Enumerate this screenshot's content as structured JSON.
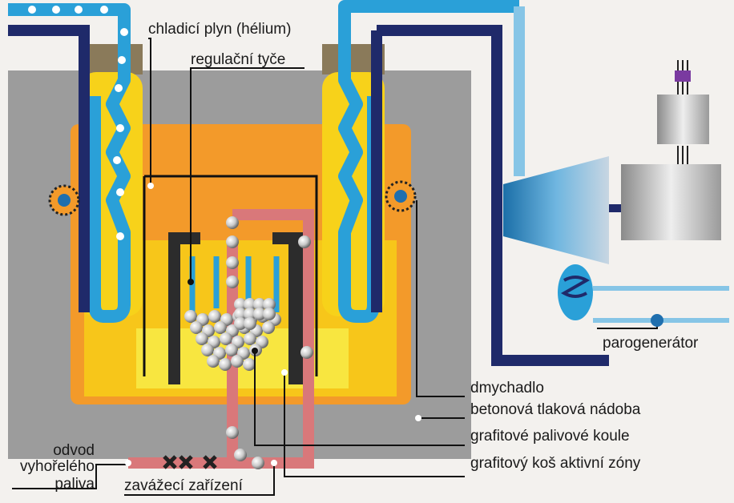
{
  "labels": {
    "coolant_gas": "chladicí plyn (hélium)",
    "control_rods": "regulační tyče",
    "steam_generator": "parogenerátor",
    "blower": "dmychadlo",
    "pressure_vessel": "betonová tlaková nádoba",
    "fuel_balls": "grafitové palivové koule",
    "core_basket": "grafitový koš aktivní zóny",
    "spent_fuel_1": "odvod",
    "spent_fuel_2": "vyhořelého",
    "spent_fuel_3": "paliva",
    "loading_device": "zavážecí zařízení"
  },
  "colors": {
    "concrete": "#9c9c9c",
    "vessel": "#f39a2a",
    "inner": "#f7d21a",
    "hot_gas": "#2aa0d8",
    "cold_gas": "#1f2a6a",
    "fuel_line": "#d9787a"
  }
}
